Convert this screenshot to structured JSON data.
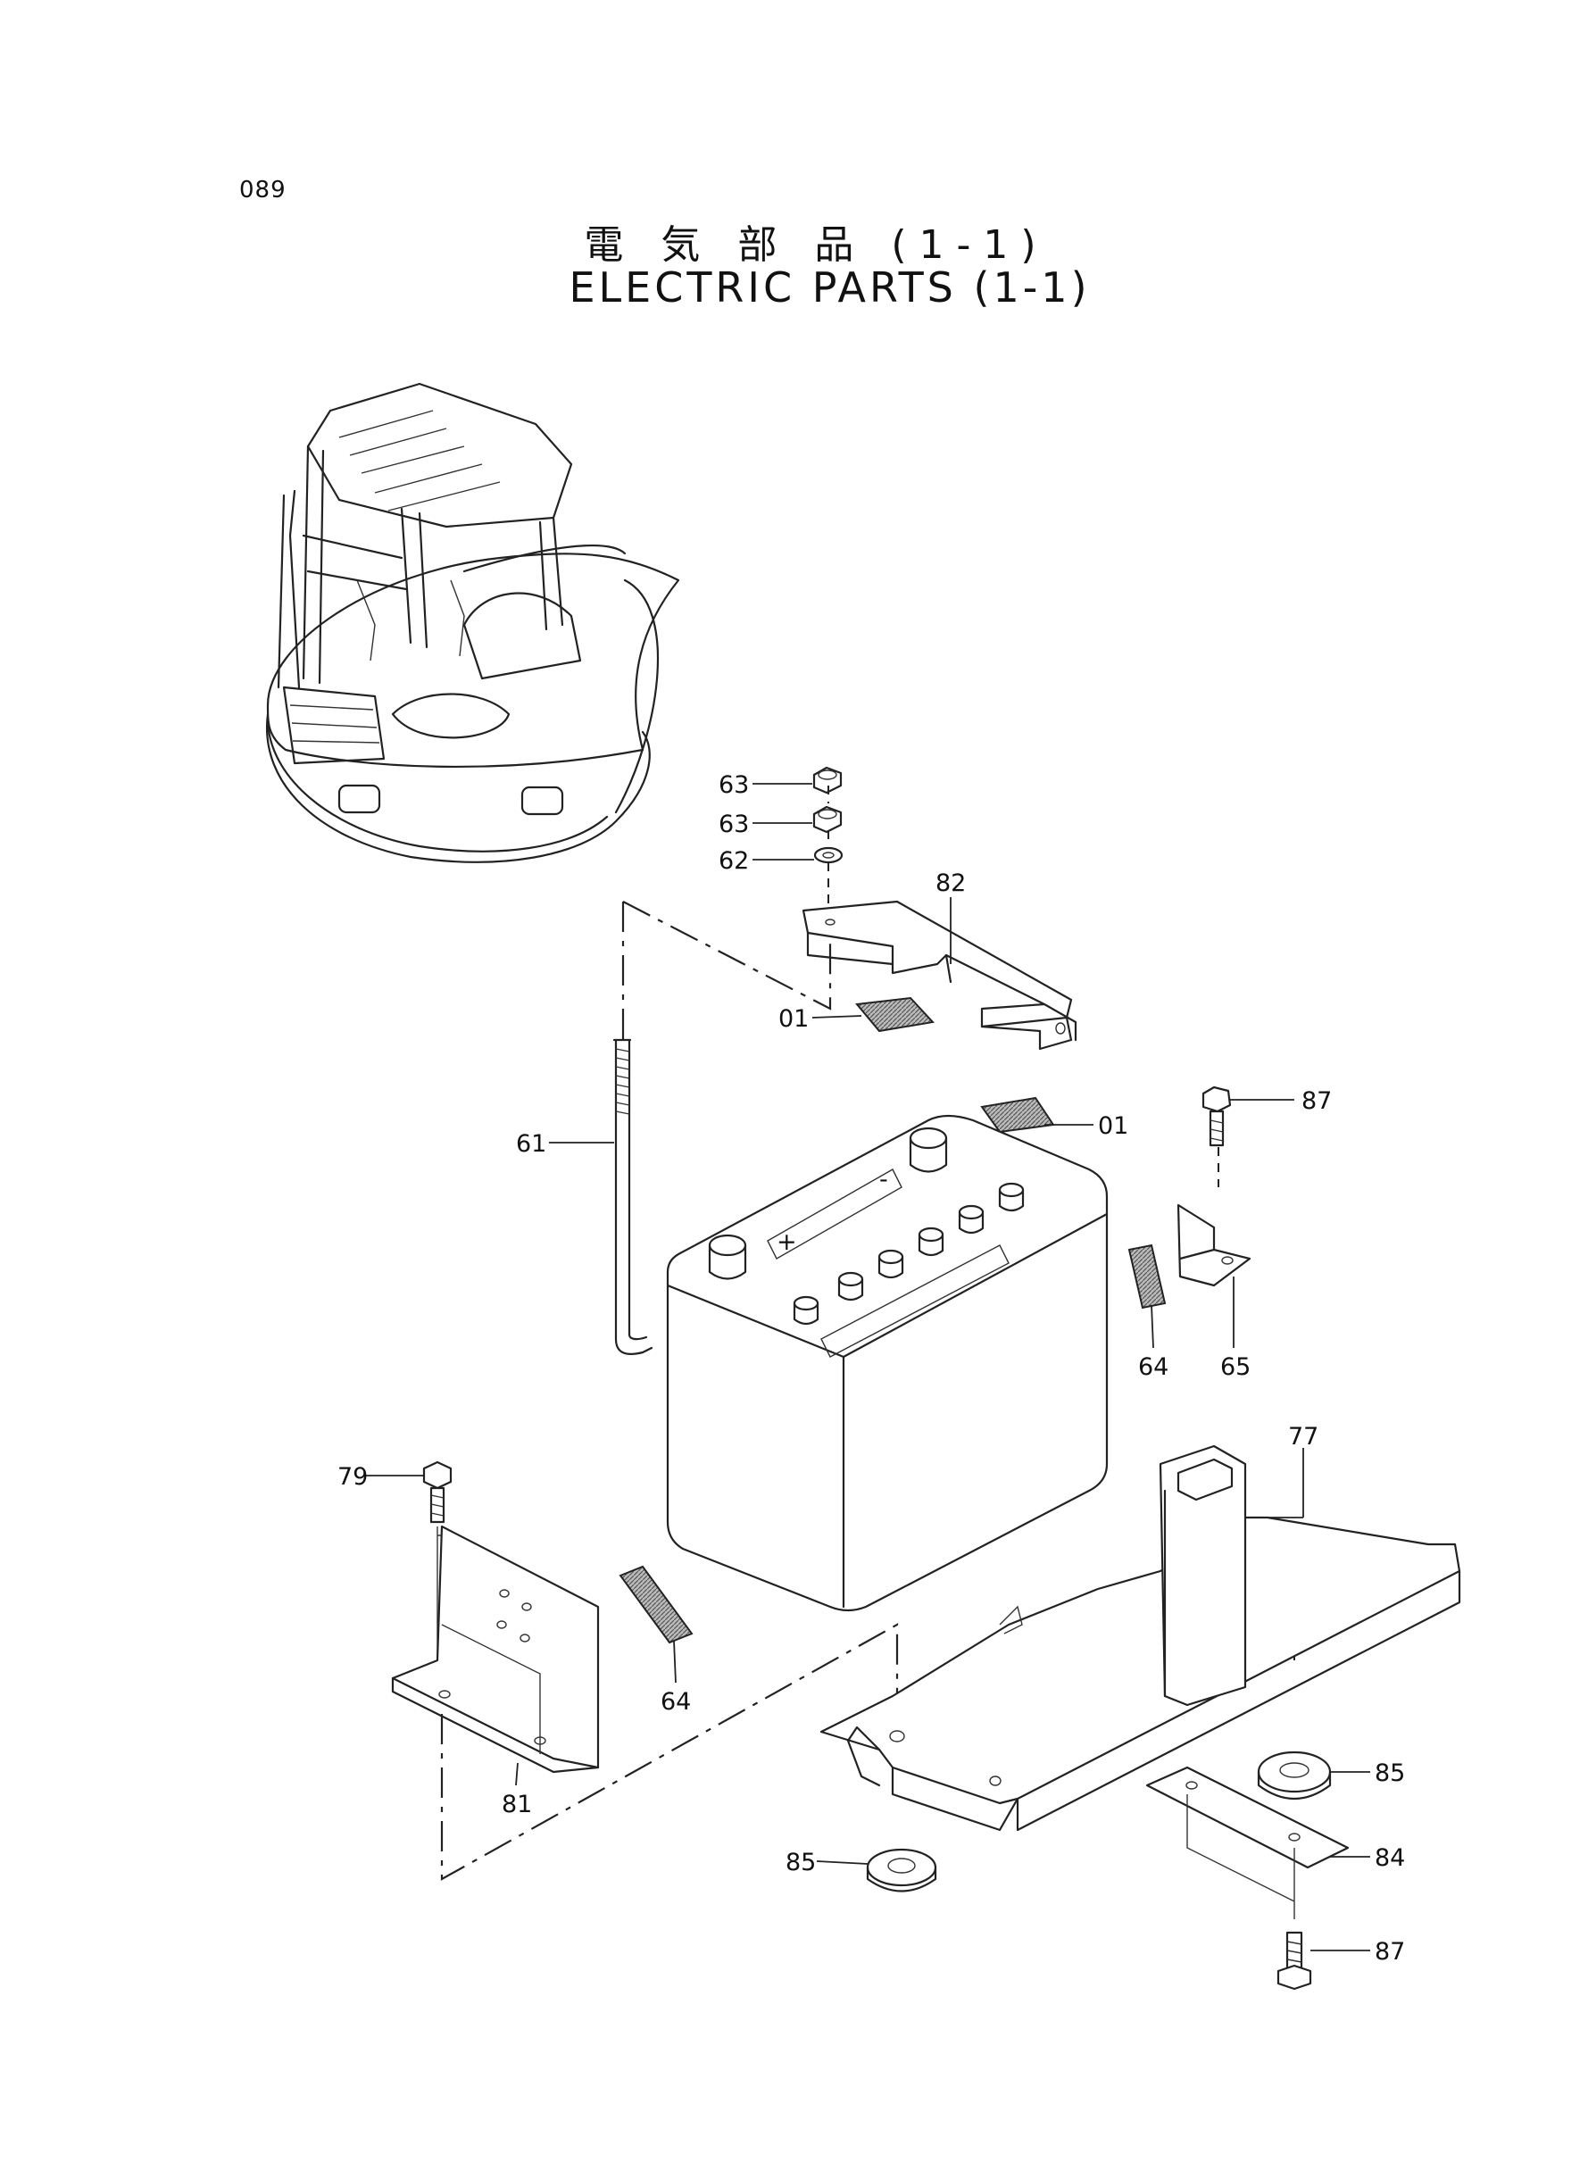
{
  "page_number": "089",
  "title_ja": "電 気 部 品 (1-1)",
  "title_en": "ELECTRIC PARTS (1-1)",
  "battery": {
    "plus_mark": "+",
    "minus_mark": "-"
  },
  "callouts": [
    {
      "id": "63a",
      "text": "63"
    },
    {
      "id": "63b",
      "text": "63"
    },
    {
      "id": "62",
      "text": "62"
    },
    {
      "id": "82",
      "text": "82"
    },
    {
      "id": "01a",
      "text": "01"
    },
    {
      "id": "01b",
      "text": "01"
    },
    {
      "id": "87a",
      "text": "87"
    },
    {
      "id": "61",
      "text": "61"
    },
    {
      "id": "64a",
      "text": "64"
    },
    {
      "id": "65",
      "text": "65"
    },
    {
      "id": "77",
      "text": "77"
    },
    {
      "id": "79",
      "text": "79"
    },
    {
      "id": "64b",
      "text": "64"
    },
    {
      "id": "81",
      "text": "81"
    },
    {
      "id": "85a",
      "text": "85"
    },
    {
      "id": "85b",
      "text": "85"
    },
    {
      "id": "84",
      "text": "84"
    },
    {
      "id": "87b",
      "text": "87"
    }
  ]
}
